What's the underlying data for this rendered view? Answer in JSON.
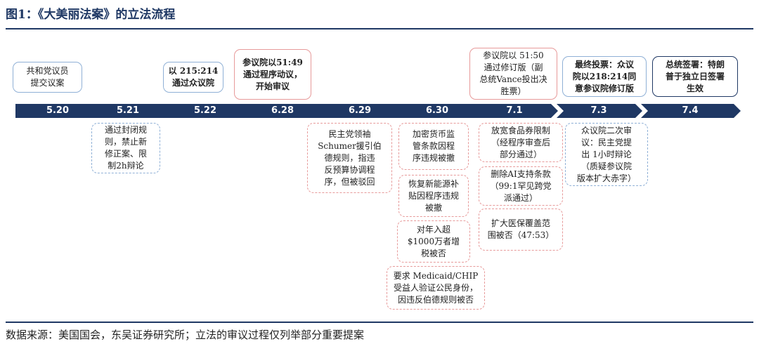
{
  "title": "图1：《大美丽法案》的立法流程",
  "timeline": [
    "5.20",
    "5.21",
    "5.22",
    "6.28",
    "6.29",
    "6.30",
    "7.1",
    "7.3",
    "7.4"
  ],
  "top_events": [
    "共和党议员\n提交议案",
    "以 215:214\n通过众议院",
    "参议院以51:49\n通过程序动议，\n开始审议",
    "参议院以 51:50\n通过修订版（副\n总统Vance投出决\n胜票）",
    "最终投票：众议\n院以218:214同\n意参议院修订版",
    "总统签署：特朗\n普于独立日签署\n生效"
  ],
  "below_notes": {
    "d521": "通过封闭规\n则，禁止新\n修正案、限\n制2h辩论",
    "d629": "民主党领袖\nSchumer援引伯\n德规则，指违\n反预算协调程\n序，但被驳回",
    "d630": [
      "加密货币监\n管条款因程\n序违规被撤",
      "恢复新能源补\n贴因程序违规\n被撤",
      "对年入超\n$1000万者增\n税被否",
      "要求 Medicaid/CHIP\n受益人验证公民身份，\n因违反伯德规则被否"
    ],
    "d71": [
      "放宽食品券限制\n（经程序审查后\n部分通过）",
      "删除AI支持条款\n（99:1罕见跨党\n派通过）",
      "扩大医保覆盖范\n围被否（47:53）"
    ],
    "d73": "众议院二次审\n议：民主党提\n出 1小时辩论\n（质疑参议院\n版本扩大赤字）"
  },
  "footer": "数据来源：美国国会，东吴证券研究所；立法的审议过程仅列举部分重要提案",
  "colors": {
    "navy": "#1f3864",
    "blue_border": "#8fb0d6",
    "red_border": "#e79a9a"
  }
}
